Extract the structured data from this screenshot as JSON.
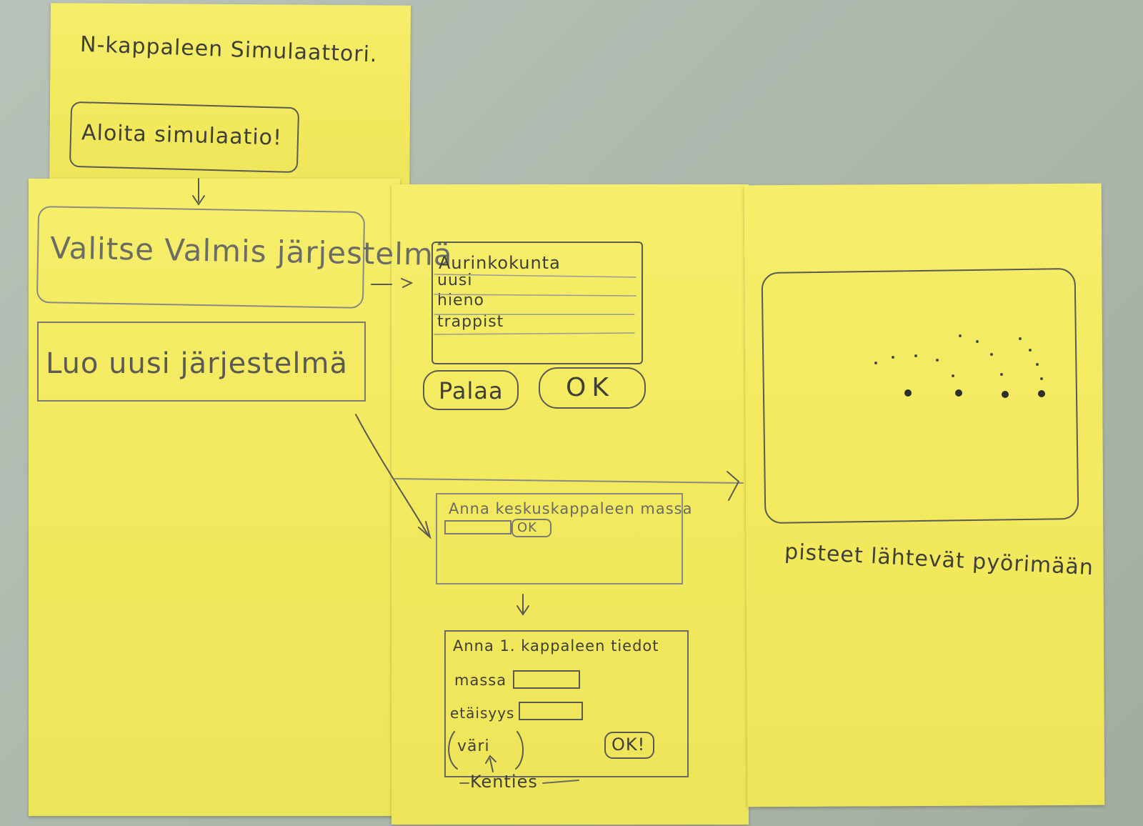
{
  "start_screen": {
    "title": "N-kappaleen Simulaattori.",
    "start_button": "Aloita simulaatio!"
  },
  "menu_screen": {
    "select_button": "Valitse Valmis järjestelmä",
    "create_button": "Luo uusi järjestelmä"
  },
  "system_list": {
    "items": [
      "Aurinkokunta",
      "uusi",
      "hieno",
      "trappist"
    ],
    "back_button": "Palaa",
    "ok_button": "OK"
  },
  "central_mass_dialog": {
    "prompt": "Anna keskuskappaleen massa",
    "ok_button": "OK"
  },
  "body_dialog": {
    "prompt": "Anna 1. kappaleen tiedot",
    "mass_label": "massa",
    "distance_label": "etäisyys",
    "color_label": "väri",
    "ok_button": "OK!",
    "annotation": "Kenties"
  },
  "simulation_screen": {
    "caption": "pisteet lähtevät pyörimään"
  },
  "colors": {
    "note_yellow": "#f2e85c",
    "pencil": "#3f3f3a",
    "background": "#aeb8ad"
  }
}
